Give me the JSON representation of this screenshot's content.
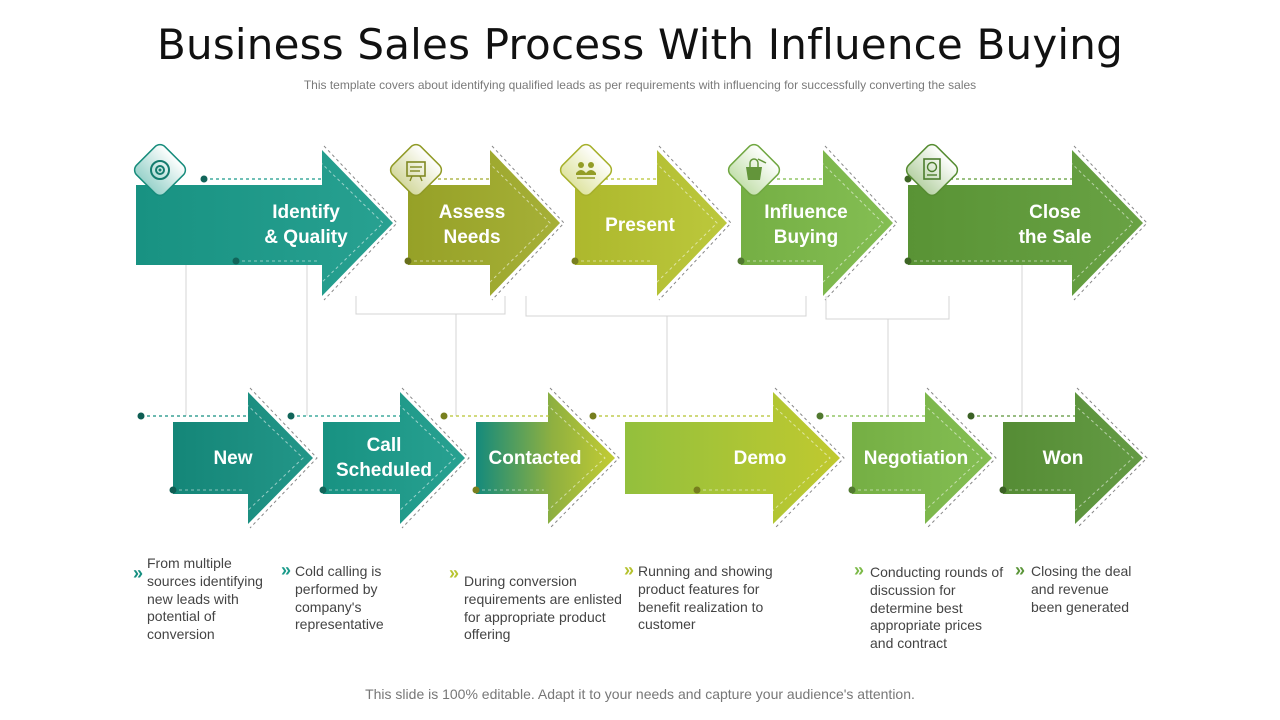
{
  "title": "Business Sales Process With Influence Buying",
  "subtitle": "This template covers about identifying qualified leads as per requirements with influencing for successfully converting the sales",
  "footer": "This slide is 100% editable. Adapt it to your needs and capture your audience's attention.",
  "top_steps": [
    {
      "label": "Identify\n& Quality",
      "icon": "target-gear-icon",
      "color": "#1a9b8a"
    },
    {
      "label": "Assess\nNeeds",
      "icon": "checklist-board-icon",
      "color": "#a0ab2a"
    },
    {
      "label": "Present",
      "icon": "presentation-icon",
      "color": "#b8c430"
    },
    {
      "label": "Influence\nBuying",
      "icon": "shopping-bag-icon",
      "color": "#7cba48"
    },
    {
      "label": "Close\nthe Sale",
      "icon": "dollar-document-icon",
      "color": "#5f9c38"
    }
  ],
  "bottom_steps": [
    {
      "label": "New",
      "description": "From multiple\nsources identifying\nnew leads with\npotential of\nconversion",
      "color": "#158f80"
    },
    {
      "label": "Call\nScheduled",
      "description": "Cold calling is\nperformed by\ncompany's\nrepresentative",
      "color": "#1a9b8a"
    },
    {
      "label": "Contacted",
      "description": "During conversion\nrequirements are enlisted\nfor appropriate product\noffering",
      "color": "#b8c430"
    },
    {
      "label": "Demo",
      "description": "Running and showing\nproduct features for\nbenefit realization to\ncustomer",
      "color": "#b5c22e"
    },
    {
      "label": "Negotiation",
      "description": "Conducting rounds of\ndiscussion for\ndetermine best\nappropriate prices\nand contract",
      "color": "#7cba48"
    },
    {
      "label": "Won",
      "description": "Closing the deal\nand revenue\nbeen generated",
      "color": "#5a9538"
    }
  ]
}
